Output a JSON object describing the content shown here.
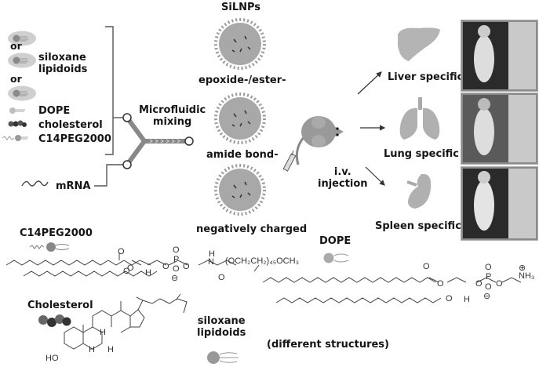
{
  "figure": {
    "components": {
      "or_1": "or",
      "or_2": "or",
      "siloxane_lipidoids": [
        "siloxane",
        "lipidoids"
      ],
      "dope": "DOPE",
      "cholesterol": "cholesterol",
      "c14peg2000": "C14PEG2000",
      "mrna": "mRNA"
    },
    "mixing": [
      "Microfluidic",
      "mixing"
    ],
    "nanoparticles": {
      "title": "SiLNPs",
      "types": [
        "epoxide-/ester-",
        "amide bond-",
        "negatively charged"
      ]
    },
    "injection": [
      "i.v.",
      "injection"
    ],
    "targets": [
      "Liver specific",
      "Lung specific",
      "Spleen specific"
    ],
    "structures": {
      "c14peg_title": "C14PEG2000",
      "c14peg_tail": "(OCH₂CH₂)₄₅OCH₃",
      "dope_title": "DOPE",
      "dope_head": "NH₃",
      "cholesterol_title": "Cholesterol",
      "siloxane_title": [
        "siloxane",
        "lipidoids"
      ],
      "siloxane_note": "(different structures)",
      "atoms": {
        "O": "O",
        "P": "P",
        "H": "H",
        "N": "N",
        "HO": "HO",
        "minus": "⊖",
        "plus": "⊕"
      }
    }
  }
}
